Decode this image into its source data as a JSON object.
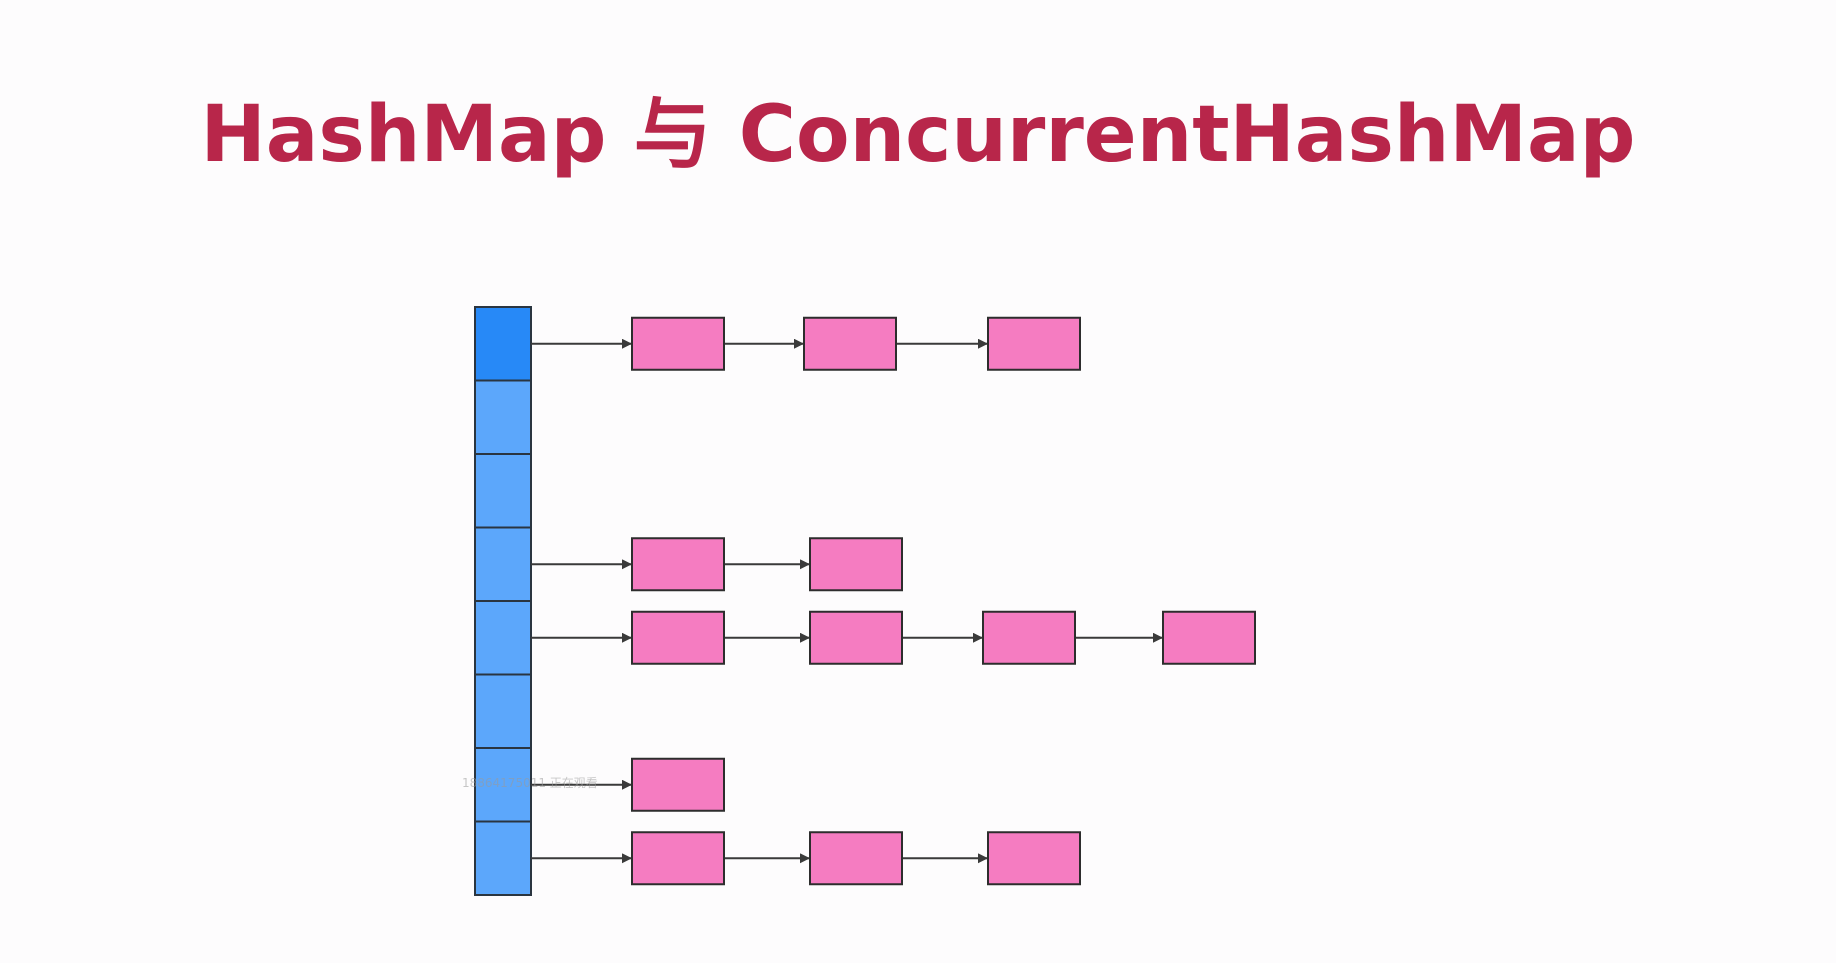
{
  "title": {
    "text": "HashMap 与 ConcurrentHashMap",
    "color": "#b8264a"
  },
  "diagram": {
    "bucket_count": 8,
    "highlighted_bucket": 0,
    "chains": [
      {
        "bucket": 0,
        "nodes": 3
      },
      {
        "bucket": 3,
        "nodes": 2
      },
      {
        "bucket": 4,
        "nodes": 4
      },
      {
        "bucket": 6,
        "nodes": 1
      },
      {
        "bucket": 7,
        "nodes": 3
      }
    ],
    "colors": {
      "bucket_fill": "#5ca7fb",
      "bucket_highlight_fill": "#2789f7",
      "bucket_stroke": "#2a3540",
      "node_fill": "#f57cc1",
      "node_stroke": "#2d2d2d",
      "arrow": "#3a3a3a"
    }
  },
  "watermark": {
    "text": "18864175011 正在观看",
    "color": "#9a9a9a"
  }
}
